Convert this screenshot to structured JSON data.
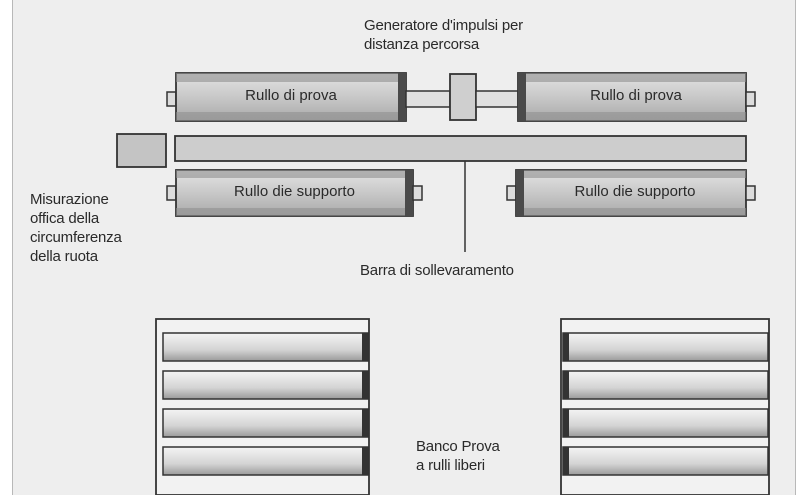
{
  "labels": {
    "pulse_generator": "Generatore d'impulsi per\ndistanza percorsa",
    "optical_measure": "Misurazione\noffica della\ncircumferenza\ndella ruota",
    "lift_bar": "Barra di sollevaramento",
    "bench": "Banco Prova\na rulli liberi"
  },
  "rollers": {
    "test_left": "Rullo di prova",
    "test_right": "Rullo di prova",
    "support_left": "Rullo die supporto",
    "support_right": "Rullo die supporto"
  },
  "colors": {
    "background": "#eeeeee",
    "roller_fill": "#c9c9c9",
    "outline": "#333333"
  }
}
